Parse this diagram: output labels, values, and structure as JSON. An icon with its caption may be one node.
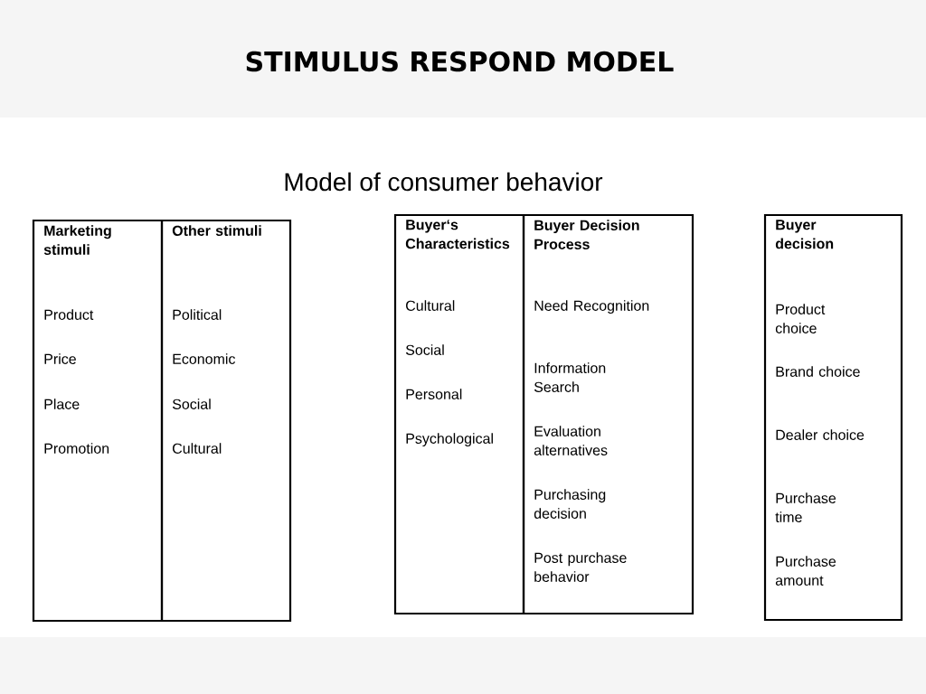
{
  "diagram": {
    "title": "STIMULUS RESPOND MODEL",
    "nodes": [
      {
        "text": [
          "Marketing stimuli",
          "Product",
          "Price",
          "Place",
          "Promotion"
        ]
      },
      {
        "text": [
          "Other stimuli",
          "Political",
          "Economic",
          "Social",
          "Cultural"
        ]
      },
      {
        "text": [
          "Buyer‘s Characteristics",
          "Cultural",
          "Social",
          "Personal",
          "Psychological"
        ]
      },
      {
        "text": [
          "Buyer Decision Process",
          "Need Recognition",
          "Information Search",
          "Evaluation alternatives",
          "Purchasing decision",
          "Post purchase behavior"
        ]
      },
      {
        "text": [
          "Buyer decision",
          "Product choice",
          "Brand choice",
          "Dealer choice",
          "Purchase time",
          "Purchase amount"
        ]
      }
    ],
    "labels": [
      "Model of consumer behavior"
    ]
  }
}
